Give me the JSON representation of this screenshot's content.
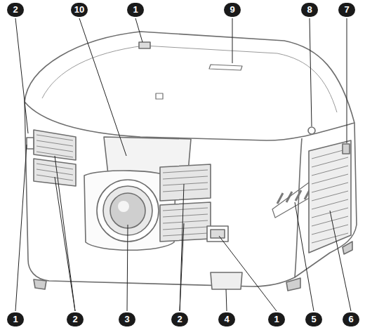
{
  "diagram": {
    "labels": [
      "2",
      "10",
      "1",
      "9",
      "8",
      "7",
      "1",
      "2",
      "3",
      "2",
      "4",
      "1",
      "5",
      "6"
    ]
  }
}
